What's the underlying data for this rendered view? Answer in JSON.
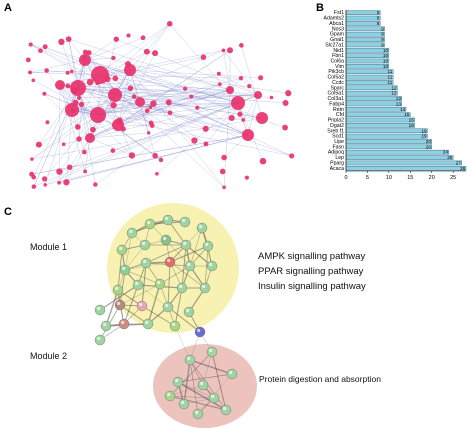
{
  "panels": {
    "a": {
      "letter": "A"
    },
    "b": {
      "letter": "B"
    },
    "c": {
      "letter": "C"
    }
  },
  "chart_data": {
    "type": "bar",
    "orientation": "horizontal",
    "categories": [
      "Fst1",
      "Adamts2",
      "Abca1",
      "Nos3",
      "Gpam",
      "Gnai1",
      "Slc27a1",
      "Nid1",
      "Fbn1",
      "Col6a",
      "Vim",
      "Pik3cb",
      "Col5a2",
      "Ccdc",
      "Sparc",
      "Col5a1",
      "Col3a1",
      "Fabp4",
      "Retn",
      "Cfd",
      "Pnpla2",
      "Dgat2",
      "Sreb f1",
      "Scd1",
      "Lipe",
      "Fasn",
      "Adipoq",
      "Lep",
      "Pparg",
      "Acaca"
    ],
    "values": [
      8,
      8,
      8,
      9,
      9,
      9,
      9,
      10,
      10,
      10,
      10,
      11,
      11,
      11,
      12,
      12,
      13,
      13,
      14,
      15,
      16,
      16,
      19,
      19,
      20,
      20,
      24,
      25,
      27,
      28
    ],
    "xlim": [
      0,
      28
    ],
    "xticks": [
      0,
      5,
      10,
      15,
      20,
      25
    ],
    "bar_color": "#8dcfe3",
    "edge_color": "#2b5f75",
    "xlabel": "",
    "ylabel": ""
  },
  "network_a": {
    "node_color": "#e8326a",
    "edge_color": "#6b78c7"
  },
  "module_c": {
    "module1_label": "Module 1",
    "module2_label": "Module 2",
    "module1_pathways": [
      "AMPK signalling pathway",
      "PPAR signalling pathway",
      "Insulin signalling pathway"
    ],
    "module2_pathways": [
      "Protein digestion and absorption"
    ],
    "module1_color": "#f6f0a4",
    "module2_color": "#eab9b3"
  }
}
